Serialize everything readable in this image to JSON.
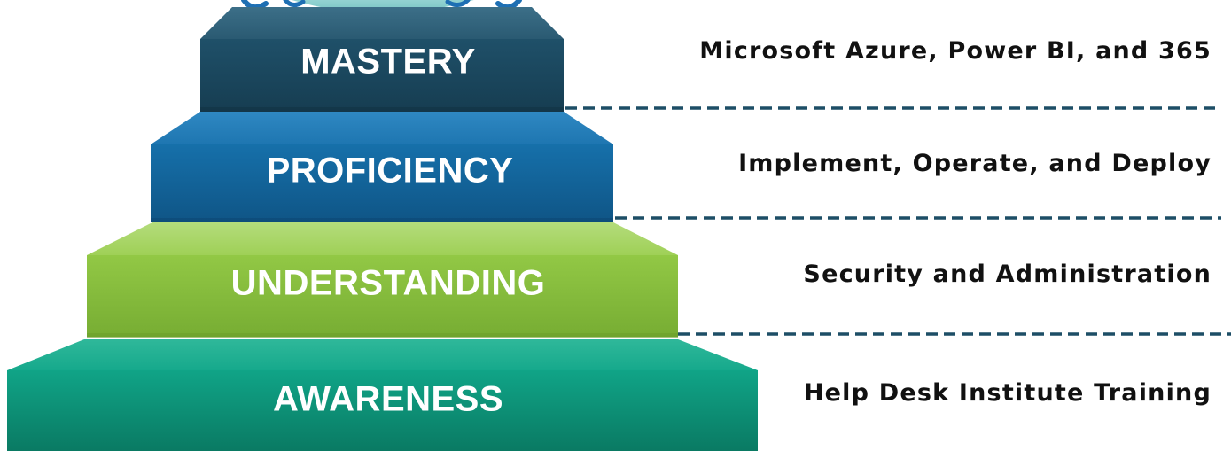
{
  "tiers": [
    {
      "id": "mastery",
      "label": "MASTERY",
      "description": "Microsoft Azure, Power BI, and 365",
      "color": "#1d4e66"
    },
    {
      "id": "proficiency",
      "label": "PROFICIENCY",
      "description": "Implement, Operate, and Deploy",
      "color": "#1468a0"
    },
    {
      "id": "understanding",
      "label": "UNDERSTANDING",
      "description": "Security and Administration",
      "color": "#8cc63f"
    },
    {
      "id": "awareness",
      "label": "AWARENESS",
      "description": "Help Desk Institute Training",
      "color": "#0fa089"
    }
  ],
  "divider_color": "#1d4e66"
}
